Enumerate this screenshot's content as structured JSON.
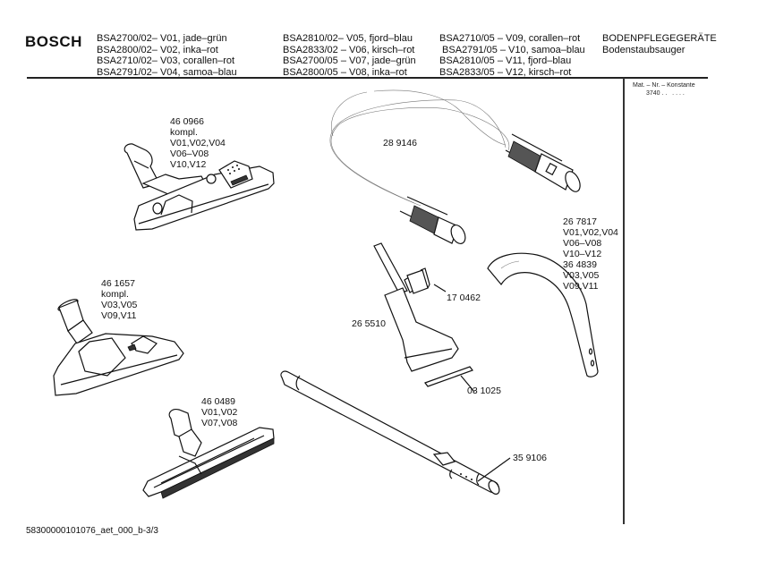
{
  "brand": "BOSCH",
  "models": {
    "col1": [
      "BSA2700/02– V01, jade–grün",
      "BSA2800/02– V02, inka–rot",
      "BSA2710/02– V03, corallen–rot",
      "BSA2791/02– V04, samoa–blau"
    ],
    "col2": [
      "BSA2810/02– V05, fjord–blau",
      "BSA2833/02 – V06, kirsch–rot",
      "BSA2700/05 – V07, jade–grün",
      "BSA2800/05 – V08, inka–rot"
    ],
    "col3": [
      "BSA2710/05 – V09, corallen–rot",
      " BSA2791/05 – V10, samoa–blau",
      "BSA2810/05 – V11, fjord–blau",
      "BSA2833/05 – V12, kirsch–rot"
    ]
  },
  "category": {
    "title": "BODENPFLEGEGERÄTE",
    "subtitle": "Bodenstaubsauger"
  },
  "material": {
    "label": "Mat. – Nr. – Konstante",
    "value": "3740 . .   . . . ."
  },
  "parts": {
    "nozzle_a": [
      "46 0966",
      "kompl.",
      "V01,V02,V04",
      "V06–V08",
      "V10,V12"
    ],
    "nozzle_b": [
      "46 1657",
      "kompl.",
      "V03,V05",
      "V09,V11"
    ],
    "parquet": [
      "46 0489",
      "V01,V02",
      "V07,V08"
    ],
    "hose": [
      "28 9146"
    ],
    "handle": [
      "26 7817",
      "V01,V02,V04",
      "V06–V08",
      "V10–V12",
      "36 4839",
      "V03,V05",
      "V09,V11"
    ],
    "clip": [
      "17 0462"
    ],
    "crevice": [
      "26 5510"
    ],
    "strip": [
      "03 1025"
    ],
    "tube": [
      "35 9106"
    ]
  },
  "footer": "58300000101076_aet_000_b-3/3"
}
